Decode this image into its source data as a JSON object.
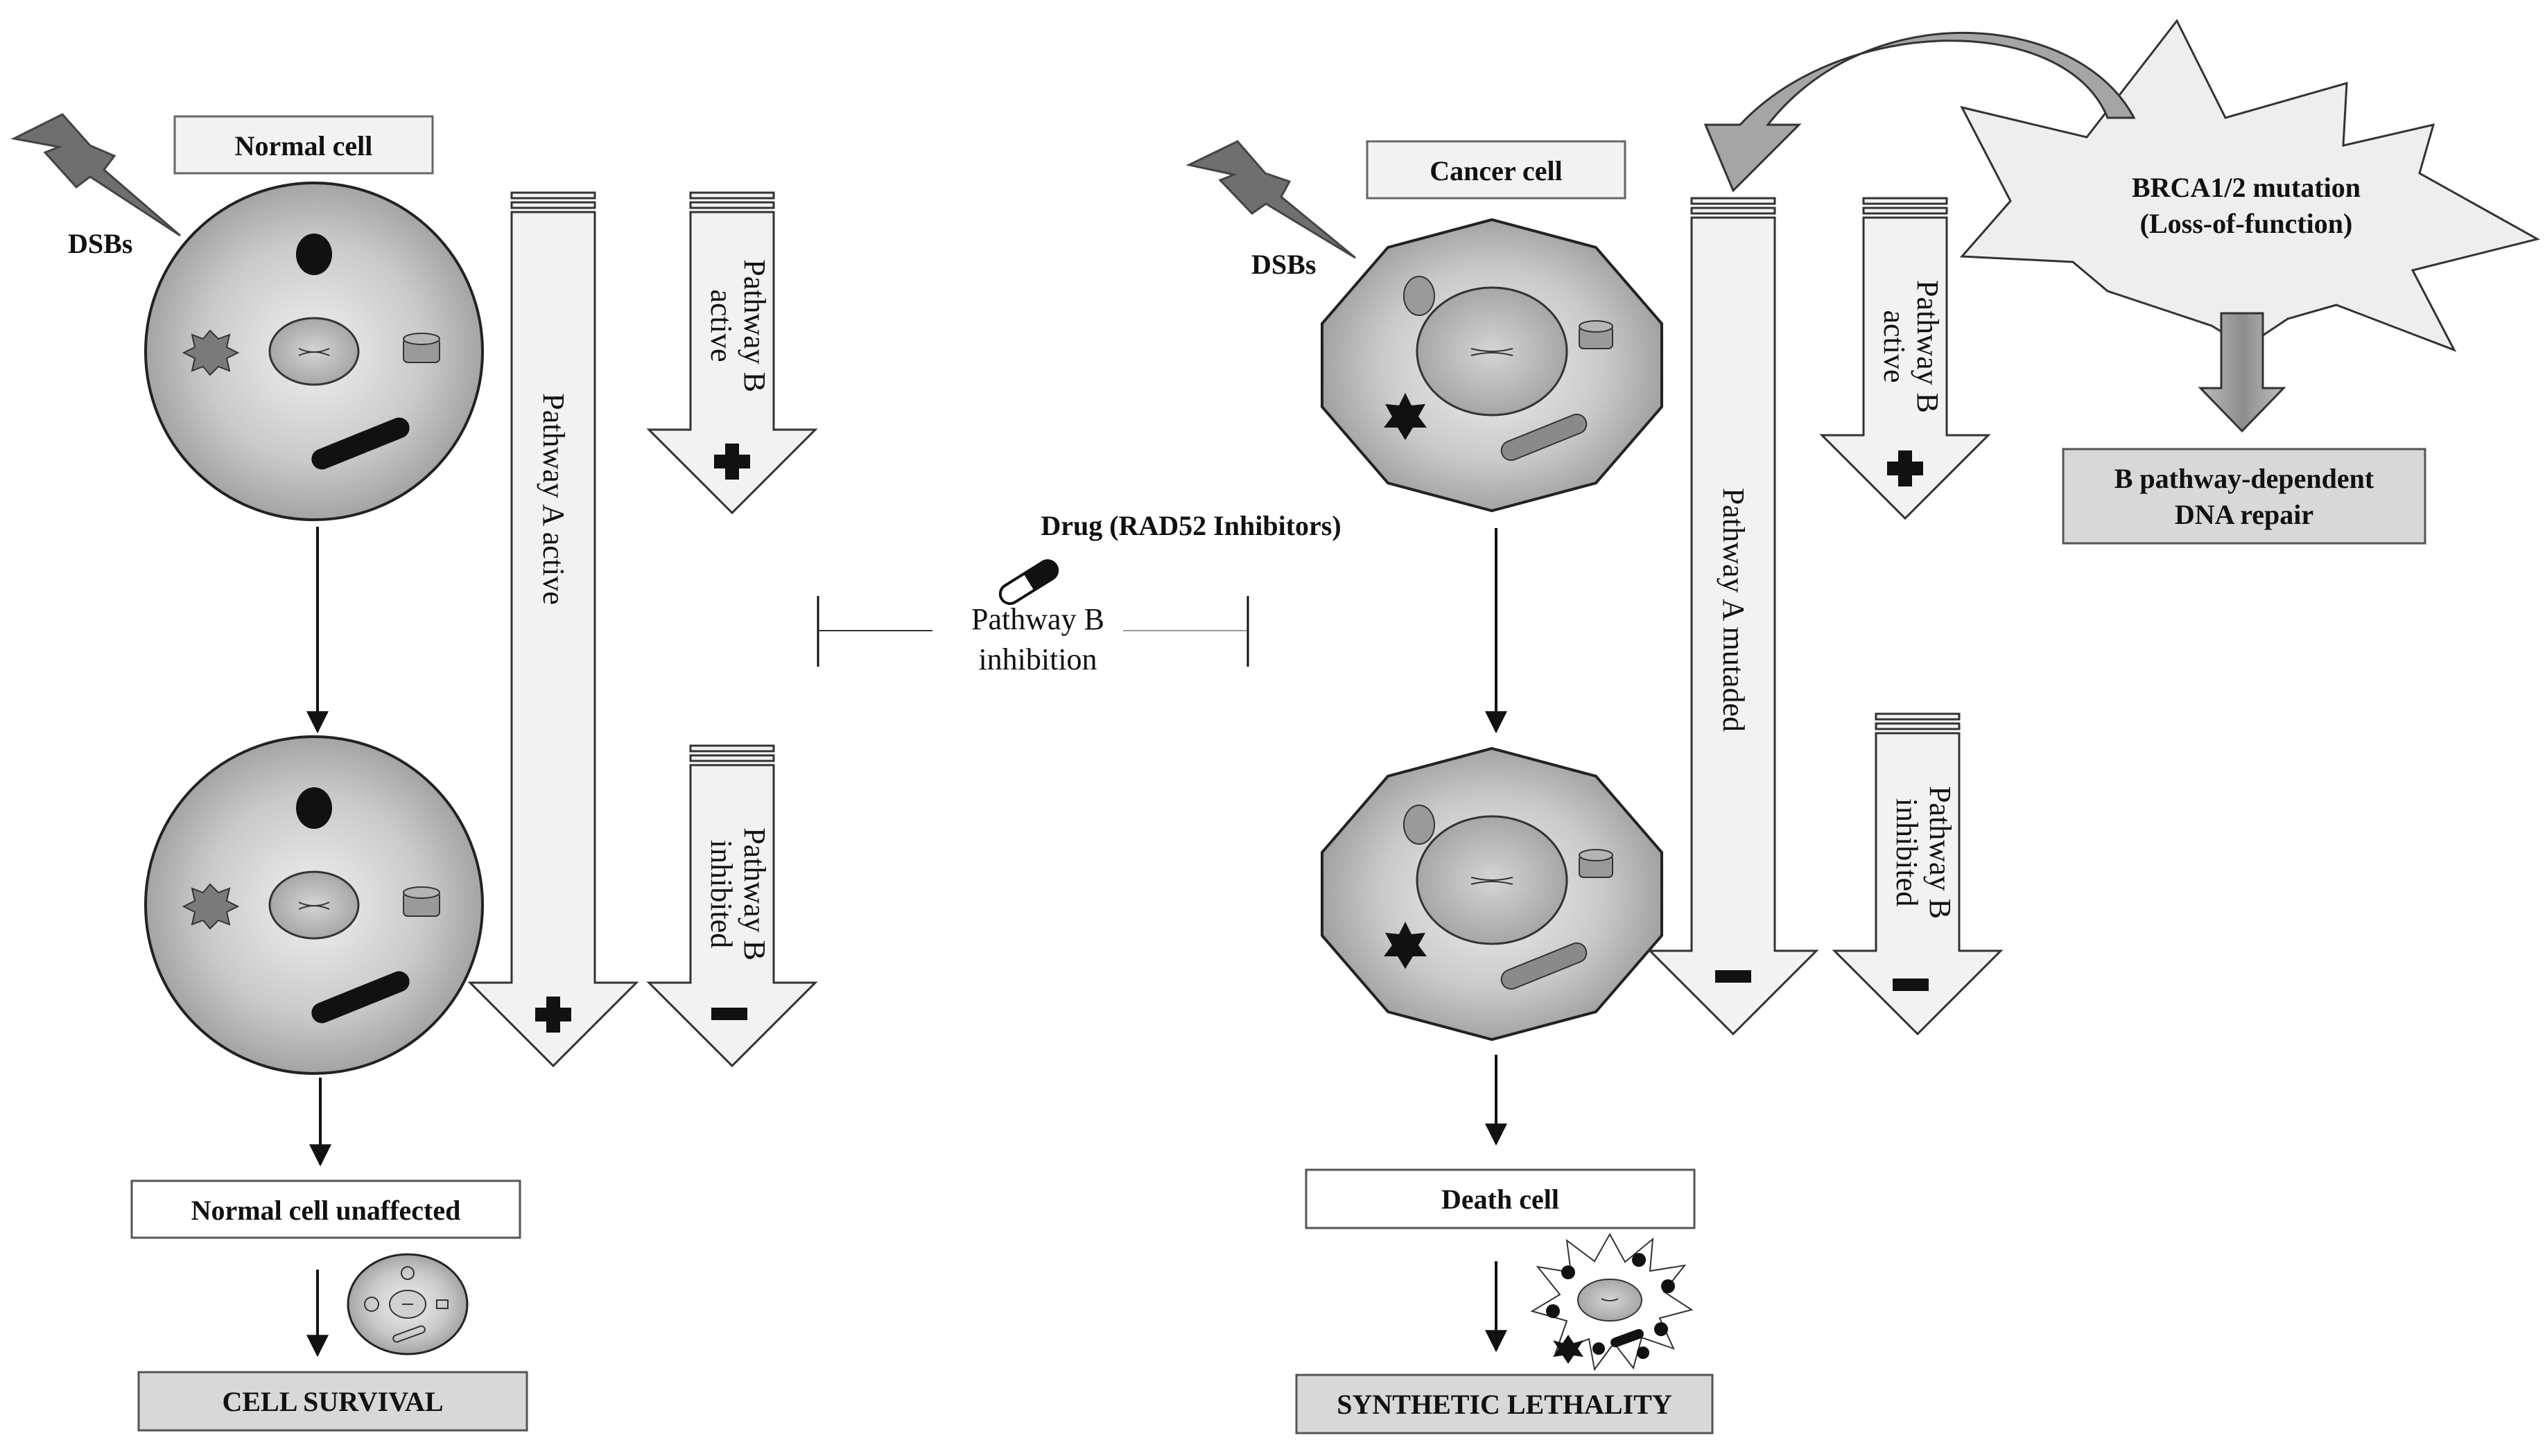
{
  "normal_side": {
    "title": "Normal cell",
    "dsbs": "DSBs",
    "pathway_a": "Pathway A active",
    "pathway_b_top_l1": "Pathway B",
    "pathway_b_top_l2": "active",
    "pathway_b_bottom_l1": "Pathway B",
    "pathway_b_bottom_l2": "inhibited",
    "unaffected": "Normal cell unaffected",
    "outcome": "CELL SURVIVAL"
  },
  "center": {
    "drug": "Drug (RAD52 Inhibitors)",
    "inhibition_l1": "Pathway B",
    "inhibition_l2": "inhibition"
  },
  "cancer_side": {
    "title": "Cancer cell",
    "dsbs": "DSBs",
    "pathway_a": "Pathway A mutaded",
    "pathway_b_top_l1": "Pathway B",
    "pathway_b_top_l2": "active",
    "pathway_b_bottom_l1": "Pathway B",
    "pathway_b_bottom_l2": "inhibited",
    "mutation_l1": "BRCA1/2 mutation",
    "mutation_l2": "(Loss-of-function)",
    "repair_l1": "B pathway-dependent",
    "repair_l2": "DNA repair",
    "death": "Death cell",
    "outcome": "SYNTHETIC LETHALITY"
  },
  "colors": {
    "arrow_fill": "#f2f2f2",
    "cell_light": "#ececec",
    "cell_dark": "#8a8a8a",
    "label_box_fill": "#d8d8d8",
    "stroke": "#333333"
  }
}
